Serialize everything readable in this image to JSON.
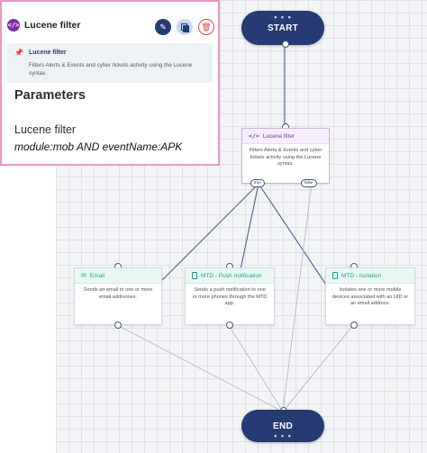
{
  "panel": {
    "badge_icon": "code-icon",
    "title": "Lucene filter",
    "actions": [
      "edit-icon",
      "copy-icon",
      "delete-icon"
    ],
    "info": {
      "icon": "pin-icon",
      "title": "Lucene filter",
      "description": "Filters Alerts & Events and cyber tickets activity using the Lucene syntax."
    },
    "parameters_heading": "Parameters",
    "lucene_label": "Lucene filter",
    "lucene_value": "module:mob AND eventName:APK"
  },
  "flow": {
    "start_label": "START",
    "end_label": "END",
    "filter_node": {
      "title": "Lucene filter",
      "description": "Filters Alerts & Events and cyber tickets activity using the Lucene syntax.",
      "true_tag": "true",
      "false_tag": "false"
    },
    "action_nodes": [
      {
        "title": "Email",
        "description": "Sends an email to one or more email addresses.",
        "icon": "email-icon"
      },
      {
        "title": "MTD - Push notification",
        "description": "Sends a push notification to one or more phones through the MTD app.",
        "icon": "phone-icon"
      },
      {
        "title": "MTD - Isolation",
        "description": "Isolates one or more mobile devices associated with an UID or an email address.",
        "icon": "phone-icon"
      }
    ]
  },
  "colors": {
    "node_primary": "#263a73",
    "panel_border": "#e897c3",
    "action_teal": "#17a58a",
    "filter_purple": "#7c2fa3",
    "delete_red": "#d94a3b"
  }
}
